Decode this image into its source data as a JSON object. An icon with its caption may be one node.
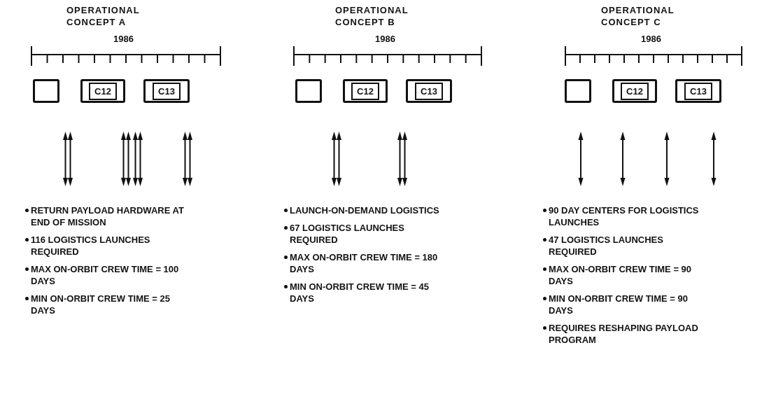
{
  "diagram": {
    "nodes": [
      {
        "text": [],
        "shape": "box"
      },
      {
        "text": [
          "C12"
        ]
      },
      {
        "text": [
          "C13"
        ]
      },
      {
        "text": [],
        "shape": "box"
      },
      {
        "text": [
          "C12"
        ]
      },
      {
        "text": [
          "C13"
        ]
      },
      {
        "text": [],
        "shape": "box"
      },
      {
        "text": [
          "C12"
        ]
      },
      {
        "text": [
          "C13"
        ]
      }
    ],
    "labels": [
      "OPERATIONAL CONCEPT A",
      "1986",
      "RETURN PAYLOAD HARDWARE AT END OF MISSION",
      "116 LOGISTICS LAUNCHES REQUIRED",
      "MAX ON-ORBIT CREW TIME = 100 DAYS",
      "MIN ON-ORBIT CREW TIME = 25 DAYS",
      "OPERATIONAL CONCEPT B",
      "1986",
      "LAUNCH-ON-DEMAND LOGISTICS",
      "67 LOGISTICS LAUNCHES REQUIRED",
      "MAX ON-ORBIT CREW TIME = 180 DAYS",
      "MIN ON-ORBIT CREW TIME = 45 DAYS",
      "OPERATIONAL CONCEPT C",
      "1986",
      "90 DAY CENTERS FOR LOGISTICS LAUNCHES",
      "47 LOGISTICS LAUNCHES REQUIRED",
      "MAX ON-ORBIT CREW TIME = 90 DAYS",
      "MIN ON-ORBIT CREW TIME = 90 DAYS",
      "REQUIRES RESHAPING PAYLOAD PROGRAM"
    ]
  }
}
